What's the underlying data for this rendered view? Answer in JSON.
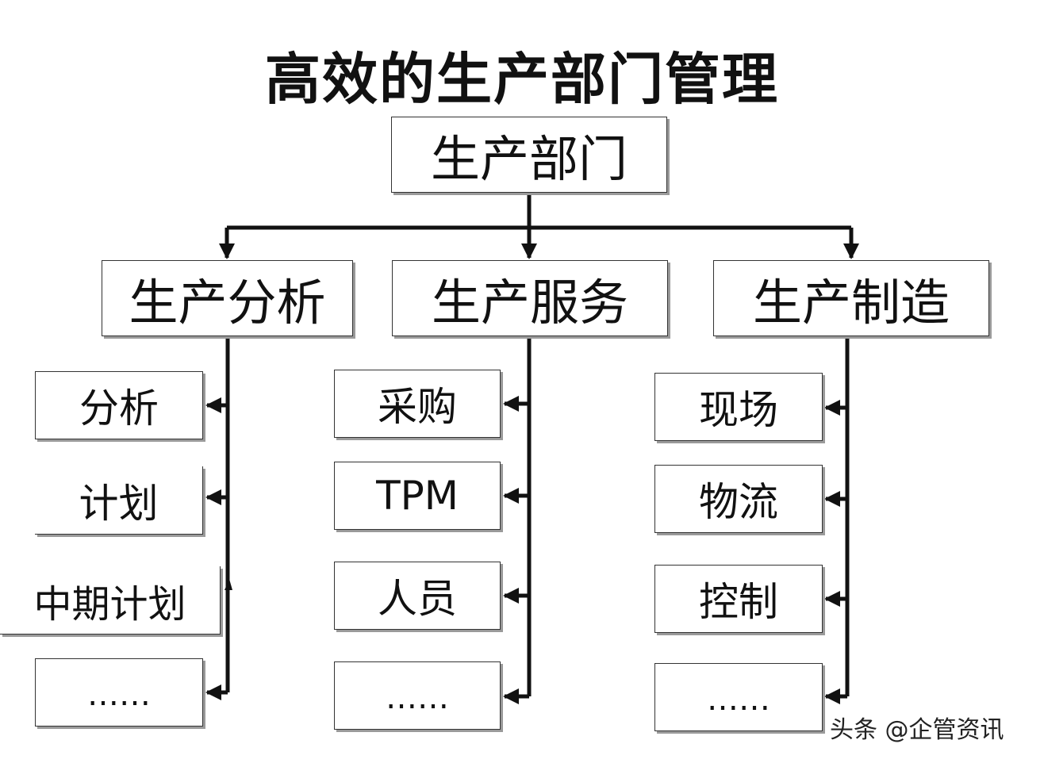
{
  "title": "高效的生产部门管理",
  "root": "生产部门",
  "branches": [
    {
      "label": "生产分析",
      "items": [
        "分析",
        "计划",
        "中期计划",
        "……"
      ]
    },
    {
      "label": "生产服务",
      "items": [
        "采购",
        "TPM",
        "人员",
        "……"
      ]
    },
    {
      "label": "生产制造",
      "items": [
        "现场",
        "物流",
        "控制",
        "……"
      ]
    }
  ],
  "watermark": "头条 @企管资讯",
  "colors": {
    "line": "#111111",
    "box_border": "#333333",
    "box_shadow": "#9a9a9a",
    "background": "#ffffff"
  }
}
